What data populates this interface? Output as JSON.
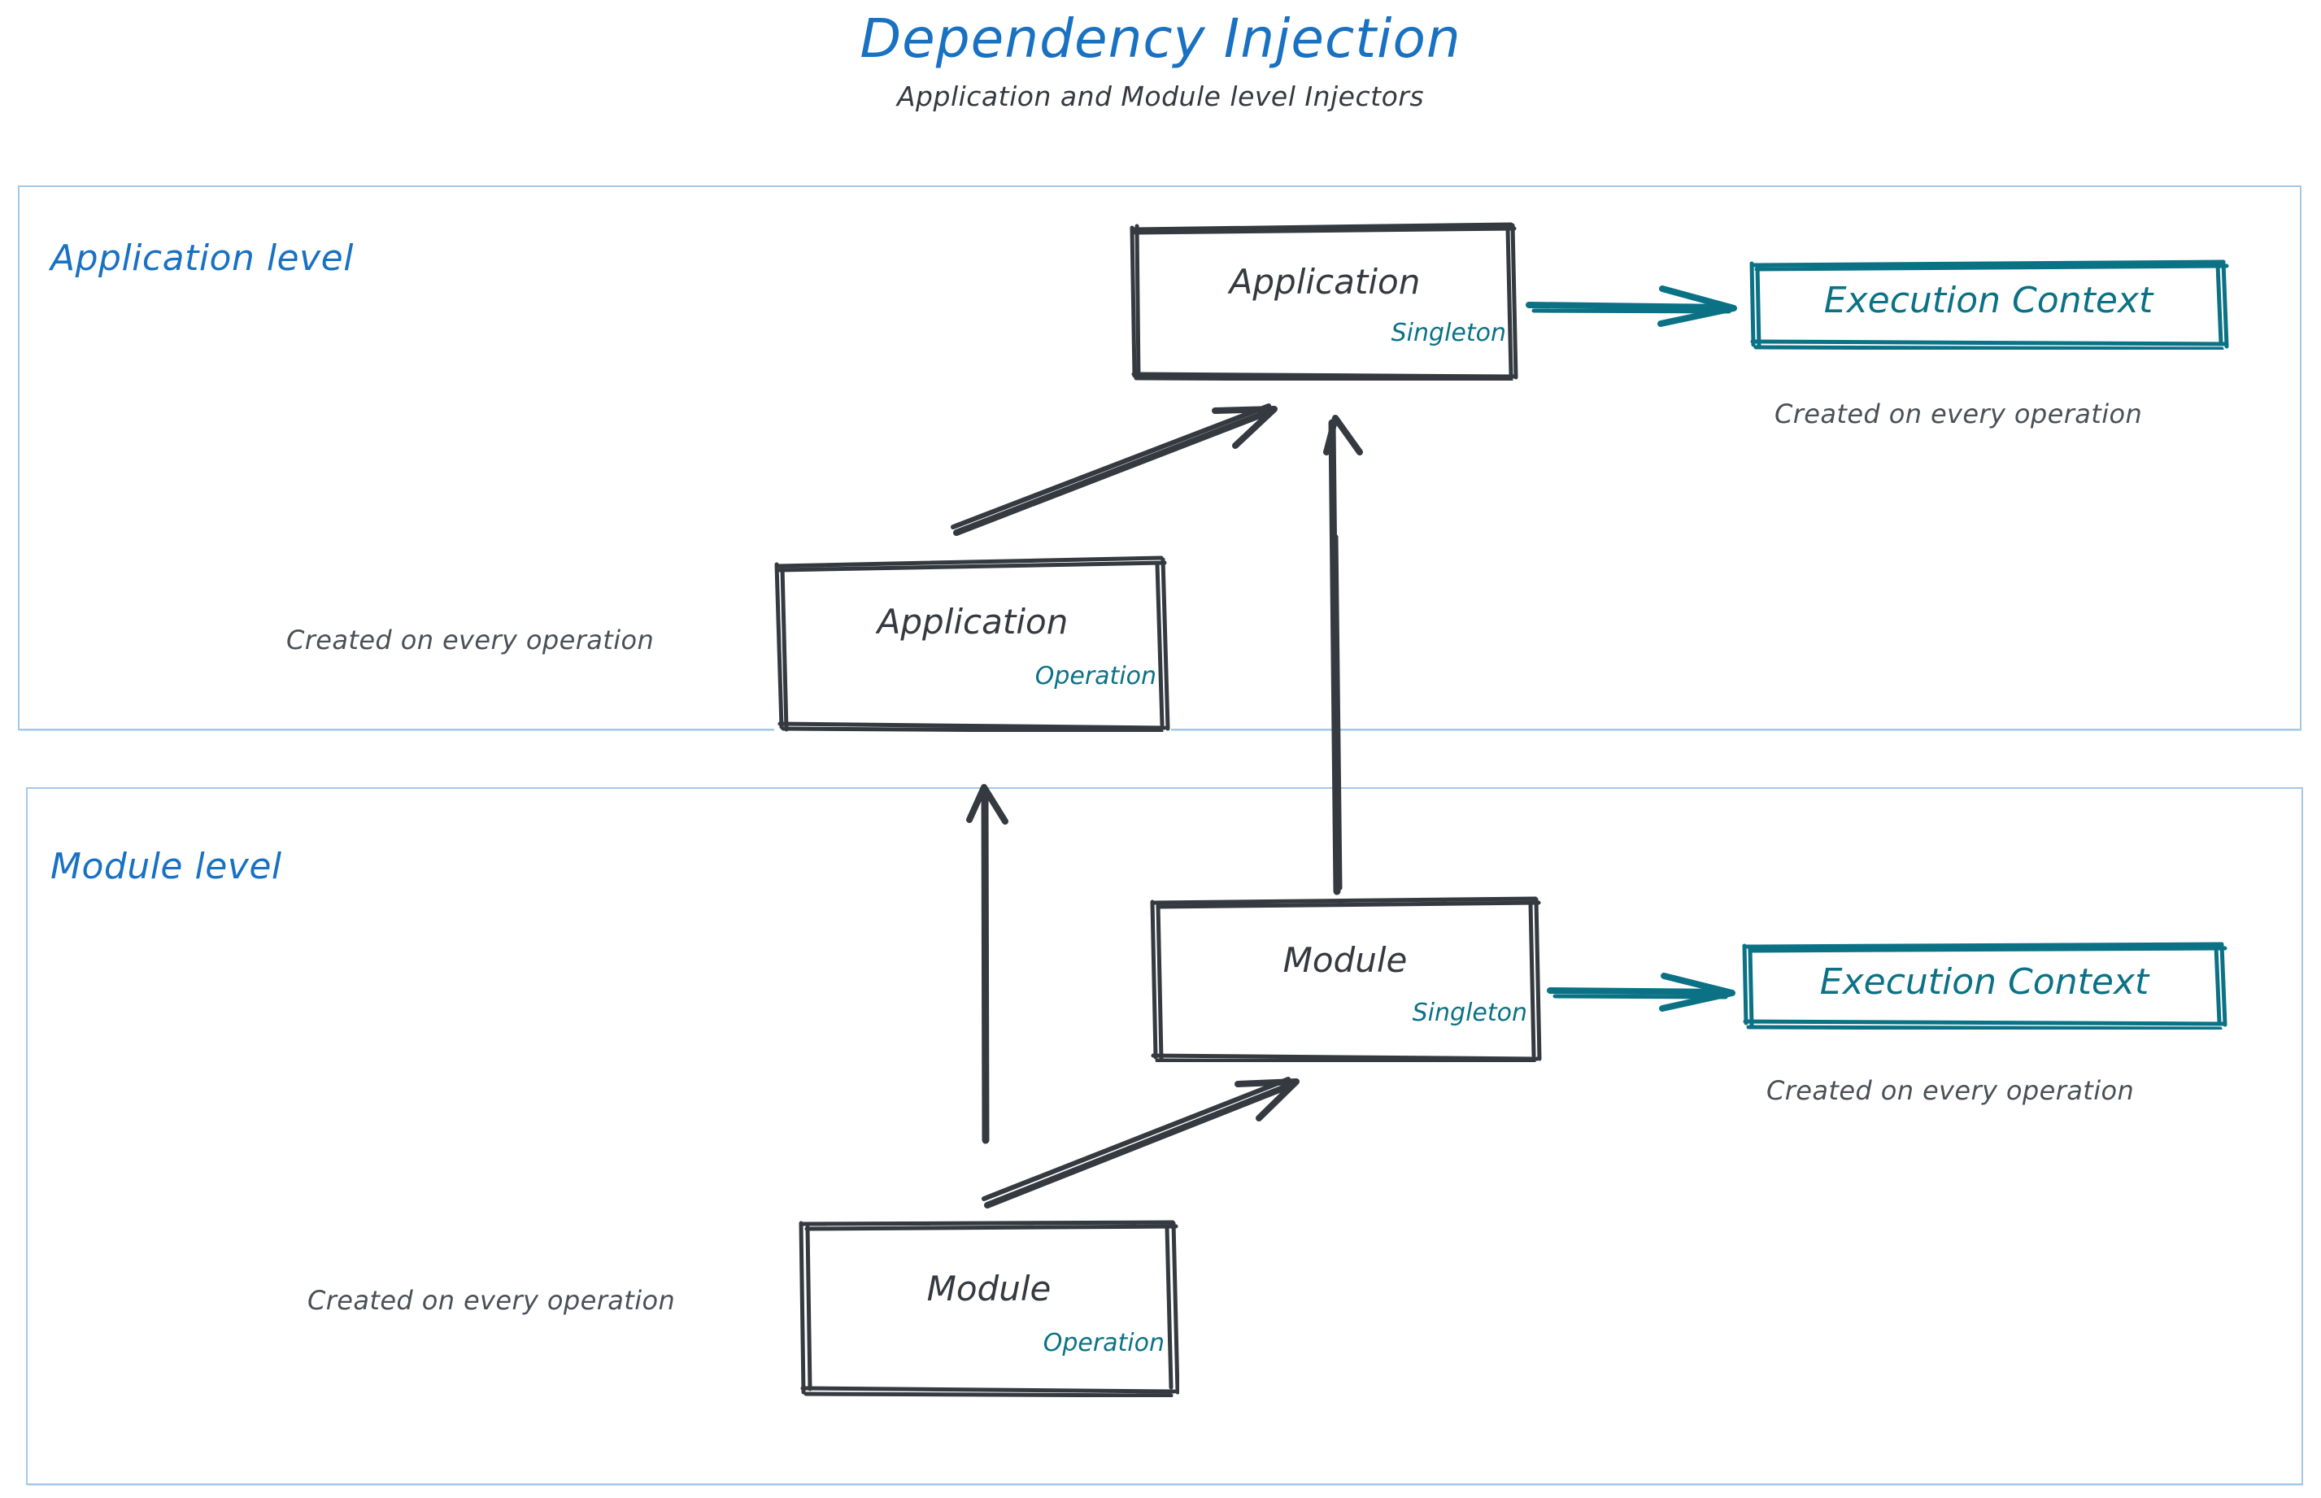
{
  "header": {
    "title": "Dependency Injection",
    "subtitle": "Application and Module level Injectors"
  },
  "colors": {
    "title_blue": "#1971c2",
    "level_label_blue": "#1971c2",
    "container_border_blue": "#a5c8e8",
    "node_stroke_gray": "#343a40",
    "scope_teal": "#0b7285",
    "execution_context_teal": "#0b7285",
    "annotation_gray": "#495057"
  },
  "levels": [
    {
      "id": "application-level",
      "label": "Application level",
      "nodes": [
        {
          "id": "application-singleton",
          "title": "Application",
          "scope": "Singleton",
          "style": "gray"
        },
        {
          "id": "application-operation",
          "title": "Application",
          "scope": "Operation",
          "style": "gray"
        },
        {
          "id": "execution-context-application",
          "title": "Execution Context",
          "scope": "",
          "style": "teal"
        }
      ],
      "annotations": [
        {
          "id": "annotation-app-exec",
          "text": "Created on every operation"
        },
        {
          "id": "annotation-app-operation",
          "text": "Created on every operation"
        }
      ]
    },
    {
      "id": "module-level",
      "label": "Module level",
      "nodes": [
        {
          "id": "module-singleton",
          "title": "Module",
          "scope": "Singleton",
          "style": "gray"
        },
        {
          "id": "module-operation",
          "title": "Module",
          "scope": "Operation",
          "style": "gray"
        },
        {
          "id": "execution-context-module",
          "title": "Execution Context",
          "scope": "",
          "style": "teal"
        }
      ],
      "annotations": [
        {
          "id": "annotation-module-exec",
          "text": "Created on every operation"
        },
        {
          "id": "annotation-module-operation",
          "text": "Created on every operation"
        }
      ]
    }
  ],
  "arrows": [
    {
      "id": "arrow-application-singleton-to-execution-context",
      "from": "application-singleton",
      "to": "execution-context-application",
      "color": "#0b7285",
      "direction": "right"
    },
    {
      "id": "arrow-application-operation-to-application-singleton",
      "from": "application-operation",
      "to": "application-singleton",
      "color": "#343a40",
      "direction": "up-right"
    },
    {
      "id": "arrow-module-singleton-to-application-singleton",
      "from": "module-singleton",
      "to": "application-singleton",
      "color": "#343a40",
      "direction": "up"
    },
    {
      "id": "arrow-module-singleton-to-execution-context",
      "from": "module-singleton",
      "to": "execution-context-module",
      "color": "#0b7285",
      "direction": "right"
    },
    {
      "id": "arrow-module-operation-to-module-singleton",
      "from": "module-operation",
      "to": "module-singleton",
      "color": "#343a40",
      "direction": "up-right"
    },
    {
      "id": "arrow-module-operation-to-application-operation",
      "from": "module-operation",
      "to": "application-operation",
      "color": "#343a40",
      "direction": "up"
    }
  ]
}
